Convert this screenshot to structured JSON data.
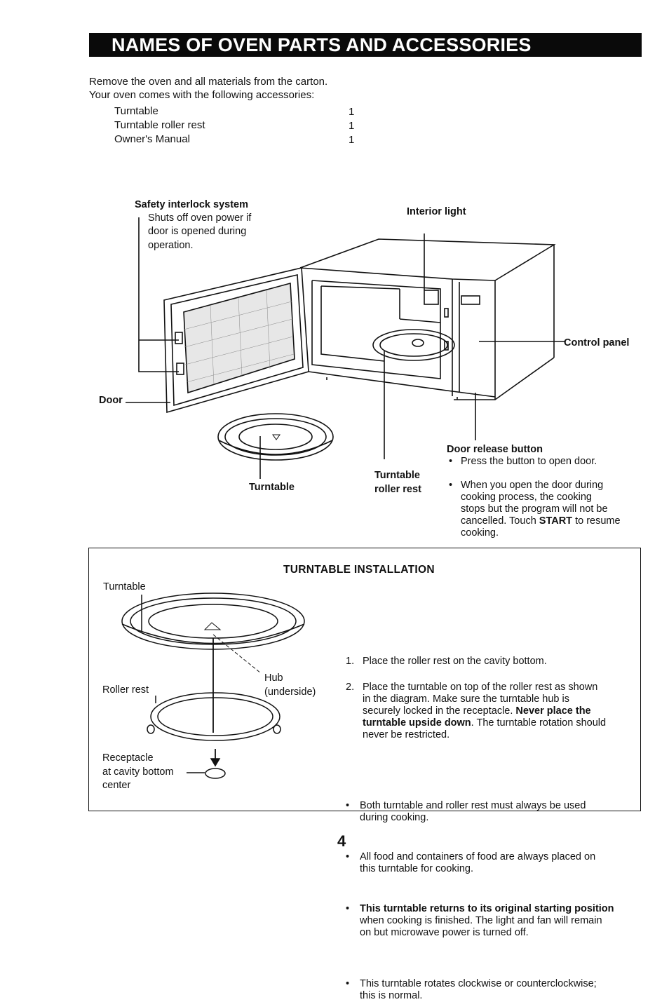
{
  "header": {
    "title": "NAMES OF OVEN PARTS AND ACCESSORIES"
  },
  "intro": {
    "line1": "Remove the oven and all materials from the carton.",
    "line2": "Your oven comes with the following accessories:"
  },
  "accessories": [
    {
      "name": "Turntable",
      "qty": "1"
    },
    {
      "name": "Turntable roller rest",
      "qty": "1"
    },
    {
      "name": "Owner's Manual",
      "qty": "1"
    }
  ],
  "diagram": {
    "safety_title": "Safety interlock system",
    "safety_desc": [
      "Shuts off oven power if",
      "door is opened during",
      "operation."
    ],
    "interior_light": "Interior light",
    "control_panel": "Control panel",
    "door": "Door",
    "turntable": "Turntable",
    "roller_rest": [
      "Turntable",
      "roller rest"
    ],
    "door_release": {
      "title": "Door release button",
      "bullet1": "Press the button to open door.",
      "bullet2": [
        "When you open the door during",
        "cooking process, the cooking",
        "stops but the program will not be",
        "cancelled. Touch ",
        "START",
        " to resume",
        "cooking."
      ]
    }
  },
  "installation": {
    "title": "TURNTABLE INSTALLATION",
    "labels": {
      "turntable": "Turntable",
      "hub": "Hub",
      "hub_sub": "(underside)",
      "roller_rest": "Roller rest",
      "receptacle": [
        "Receptacle",
        "at cavity bottom",
        "center"
      ]
    },
    "steps": [
      {
        "num": "1.",
        "text": "Place the roller rest on the cavity bottom."
      },
      {
        "num": "2.",
        "lines": [
          "Place the turntable on top of the roller rest as shown",
          "in the diagram. Make sure the turntable hub is",
          "securely locked in the receptacle. "
        ],
        "bold": [
          "Never place the",
          "turntable upside down"
        ],
        "tail": [
          ". The turntable rotation should",
          "never be restricted."
        ]
      }
    ],
    "bullets": [
      {
        "lines": [
          "Both turntable and roller rest must always be used",
          "during cooking."
        ]
      },
      {
        "lines": [
          "All food and containers of food are always placed on",
          "this turntable for cooking."
        ]
      },
      {
        "bold": "This turntable returns to its original starting position",
        "lines": [
          "when cooking is finished. The light and fan will remain",
          "on but microwave power is turned off."
        ]
      },
      {
        "lines": [
          "This turntable rotates clockwise or counterclockwise;",
          "this is normal."
        ]
      }
    ]
  },
  "page_number": "4"
}
